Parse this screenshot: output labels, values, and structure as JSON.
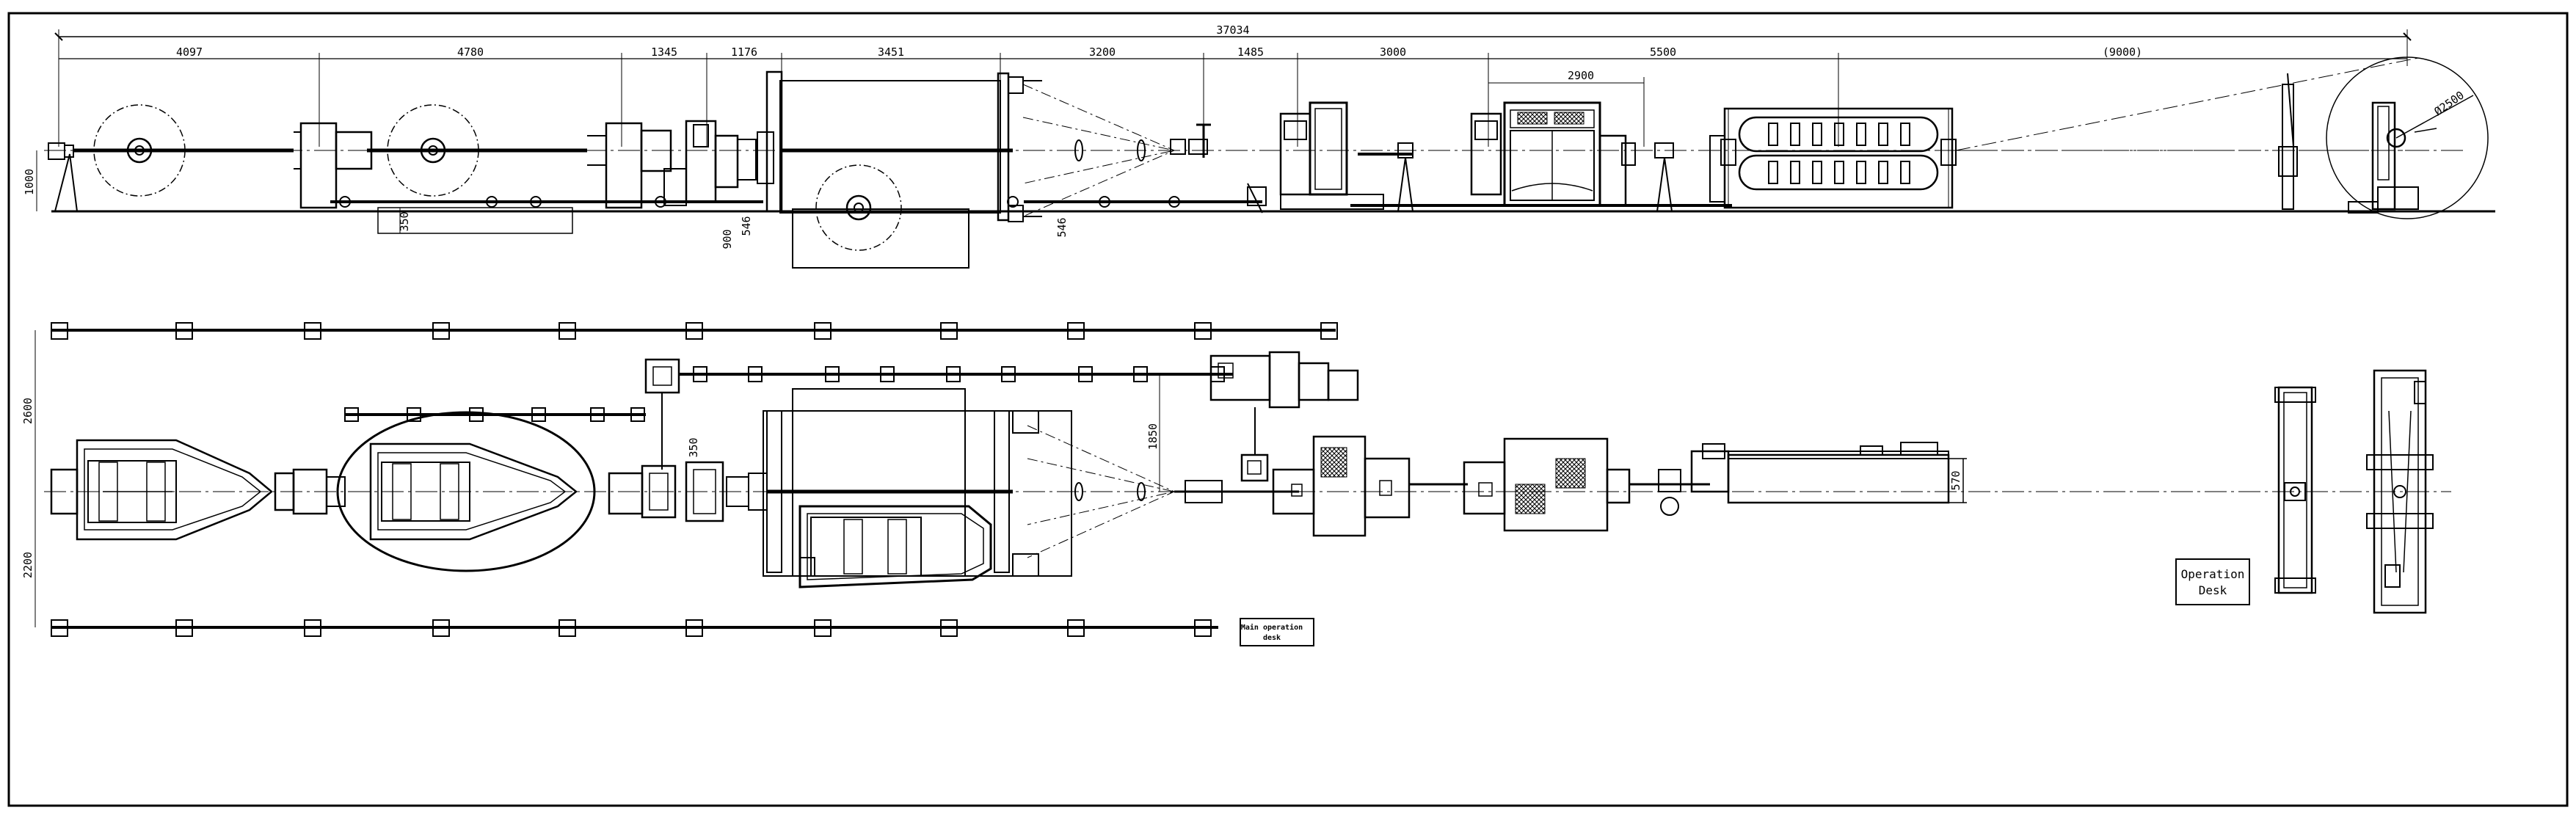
{
  "dimensions": {
    "overall": "37034",
    "segments": [
      "4097",
      "4780",
      "1345",
      "1176",
      "3451",
      "3200",
      "1485",
      "3000",
      "5500",
      "(9000)"
    ],
    "sub_2900": "2900",
    "height_1000": "1000",
    "depth_350_top": "350",
    "depth_900": "900",
    "depth_546_left": "546",
    "depth_546_right": "546",
    "diameter": "Ø2500",
    "plan_2600": "2600",
    "plan_2200": "2200",
    "plan_350": "350",
    "plan_1850": "1850",
    "plan_570": "570"
  },
  "labels": {
    "main_desk_line1": "Main operation",
    "main_desk_line2": "desk",
    "op_desk_line1": "Operation",
    "op_desk_line2": "Desk"
  },
  "colors": {
    "line": "#000000",
    "background": "#ffffff"
  }
}
